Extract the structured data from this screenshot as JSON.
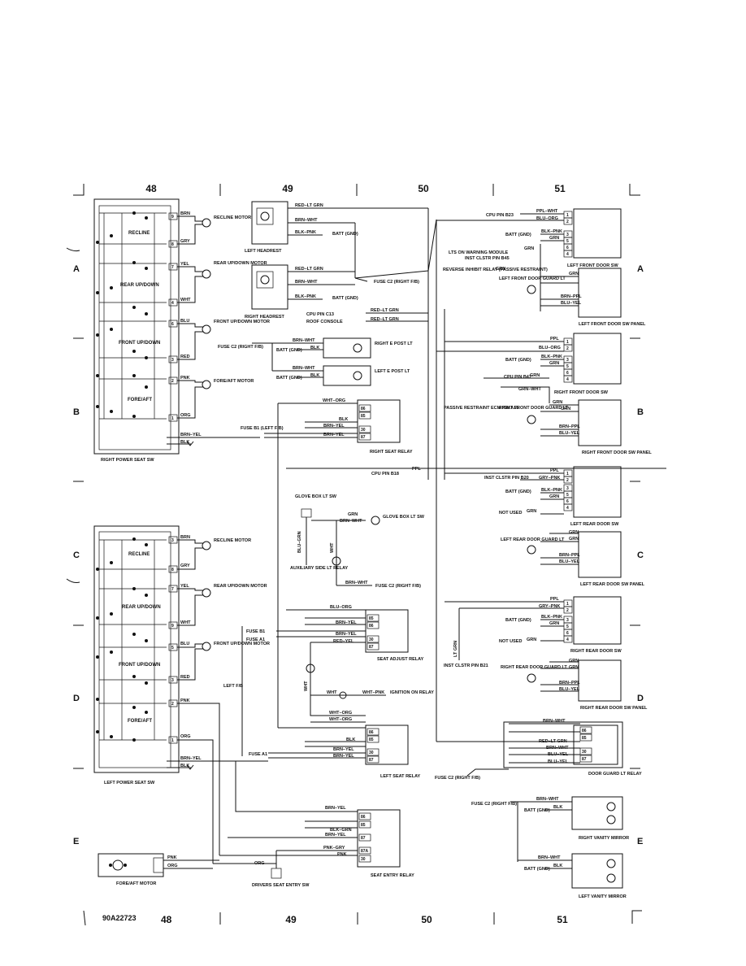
{
  "page": {
    "grid_numbers": [
      "48",
      "49",
      "50",
      "51"
    ],
    "row_letters": [
      "A",
      "B",
      "C",
      "D",
      "E"
    ],
    "footer_code": "90A22723"
  },
  "left_top": {
    "box_label": "RIGHT POWER SEAT SW",
    "sections": [
      "RECLINE",
      "REAR UP/DOWN",
      "FRONT UP/DOWN",
      "FORE/AFT"
    ],
    "pins": [
      "9",
      "8",
      "7",
      "4",
      "6",
      "3",
      "2",
      "1"
    ],
    "wires": [
      "BRN",
      "GRY",
      "YEL",
      "WHT",
      "BLU",
      "RED",
      "PNK",
      "ORG",
      "BRN–YEL",
      "BLK"
    ],
    "motors": [
      "RECLINE MOTOR",
      "REAR UP/DOWN MOTOR",
      "FRONT UP/DOWN MOTOR",
      "FORE/AFT MOTOR"
    ]
  },
  "left_bottom": {
    "box_label": "LEFT POWER SEAT SW",
    "sections": [
      "RECLINE",
      "REAR UP/DOWN",
      "FRONT UP/DOWN",
      "FORE/AFT"
    ],
    "pins": [
      "3",
      "8",
      "7",
      "9",
      "5",
      "3",
      "2",
      "1"
    ],
    "wires": [
      "BRN",
      "GRY",
      "YEL",
      "WHT",
      "BLU",
      "RED",
      "PNK",
      "ORG",
      "BRN–YEL",
      "BLK"
    ],
    "motors": [
      "RECLINE MOTOR",
      "REAR UP/DOWN MOTOR",
      "FRONT UP/DOWN MOTOR"
    ],
    "fore_aft_motor": "FORE/AFT MOTOR",
    "fore_aft_wires": [
      "PNK",
      "ORG"
    ]
  },
  "center": {
    "left_headrest": "LEFT HEADREST",
    "right_headrest": "RIGHT HEADREST",
    "headrest_wires": [
      "RED–LT GRN",
      "BRN–WHT",
      "BLK–PNK"
    ],
    "batt_gnd": "BATT (GND)",
    "fuse_c2_right": "FUSE C2 (RIGHT F/B)",
    "cpu_pin_c13": "CPU PIN C13",
    "roof_console": "ROOF CONSOLE",
    "red_lt_grn": "RED–LT GRN",
    "fuse_c2_right_fb": "FUSE C2 (RIGHT F/B)",
    "right_e_post_lt": "RIGHT E POST LT",
    "left_e_post_lt": "LEFT E POST LT",
    "brn_wht": "BRN–WHT",
    "blk": "BLK",
    "wht_org": "WHT–ORG",
    "brn_yel": "BRN–YEL",
    "fuse_b1_left": "FUSE B1 (LEFT F/B)",
    "right_seat_relay": "RIGHT SEAT RELAY",
    "relay_pins": [
      "86",
      "85",
      "30",
      "87"
    ],
    "cpu_pin_b18": "CPU PIN B18",
    "ppl": "PPL",
    "glove_box_lt_sw": "GLOVE BOX LT SW",
    "glove_box_lt_sw2": "GLOVE BOX LT SW",
    "grn": "GRN",
    "blu_grn": "BLU–GRN",
    "wht": "WHT",
    "auxiliary_side_lt_relay": "AUXILIARY SIDE LT RELAY",
    "blu_org": "BLU–ORG",
    "fuse_b1": "FUSE B1",
    "fuse_a1": "FUSE A1",
    "red_yel": "RED–YEL",
    "seat_adjust_relay": "SEAT ADJUST RELAY",
    "left_fb": "LEFT F/B",
    "wht_pnk": "WHT–PNK",
    "ignition_on_relay": "IGNITION ON RELAY",
    "left_seat_relay": "LEFT SEAT RELAY",
    "blk_grn": "BLK–GRN",
    "pnk_gry": "PNK–GRY",
    "pnk": "PNK",
    "org": "ORG",
    "seat_entry_relay": "SEAT ENTRY RELAY",
    "seat_entry_pins": [
      "86",
      "85",
      "87",
      "87A",
      "30"
    ],
    "drivers_seat_entry_sw": "DRIVERS SEAT ENTRY SW"
  },
  "right": {
    "cpu_pin_b23": "CPU PIN B23",
    "ppl_wht": "PPL–WHT",
    "blu_org": "BLU–ORG",
    "blk_pnk": "BLK–PNK",
    "grn": "GRN",
    "batt_gnd": "BATT (GND)",
    "lts_on_warning": "LTS ON WARNING MODULE",
    "inst_clstr_pin_b45": "INST CLSTR PIN B45",
    "reverse_inhibit": "REVERSE INHIBIT RELAY (PASSIVE RESTRAINT)",
    "left_front_door_sw": "LEFT FRONT DOOR SW",
    "left_front_door_guard_lt": "LEFT FRONT DOOR GUARD LT",
    "brn_ppl": "BRN–PPL",
    "blu_yel": "BLU–YEL",
    "left_front_door_sw_panel": "LEFT FRONT DOOR SW PANEL",
    "ppl": "PPL",
    "cpu_pin_b47": "CPU PIN B47",
    "grn_wht": "GRN–WHT",
    "right_front_door_sw": "RIGHT FRONT DOOR SW",
    "passive_restraint": "PASSIVE RESTRAINT ECM PIN A15",
    "right_front_door_guard_lt": "RIGHT FRONT DOOR GUARD LT",
    "right_front_door_sw_panel": "RIGHT FRONT DOOR SW PANEL",
    "inst_clstr_pin_b20": "INST CLSTR PIN B20",
    "gry_pnk": "GRY–PNK",
    "not_used": "NOT USED",
    "left_rear_door_sw": "LEFT REAR DOOR SW",
    "left_rear_door_guard_lt": "LEFT REAR DOOR GUARD LT",
    "left_rear_door_sw_panel": "LEFT REAR DOOR SW PANEL",
    "lt_grn": "LT GRN",
    "inst_clstr_pin_b21": "INST CLSTR PIN B21",
    "right_rear_door_sw": "RIGHT REAR DOOR SW",
    "right_rear_door_guard_lt": "RIGHT REAR DOOR GUARD LT",
    "right_rear_door_sw_panel": "RIGHT REAR DOOR SW PANEL",
    "brn_wht": "BRN–WHT",
    "red_lt_grn": "RED–LT GRN",
    "door_guard_lt_relay": "DOOR GUARD LT RELAY",
    "door_relay_pins": [
      "86",
      "85",
      "30",
      "87"
    ],
    "fuse_c2_right_fb": "FUSE C2 (RIGHT F/B)",
    "right_vanity_mirror": "RIGHT VANITY MIRROR",
    "left_vanity_mirror": "LEFT VANITY MIRROR",
    "blk": "BLK",
    "door_pins": [
      "1",
      "2",
      "3",
      "5",
      "6",
      "4"
    ]
  }
}
